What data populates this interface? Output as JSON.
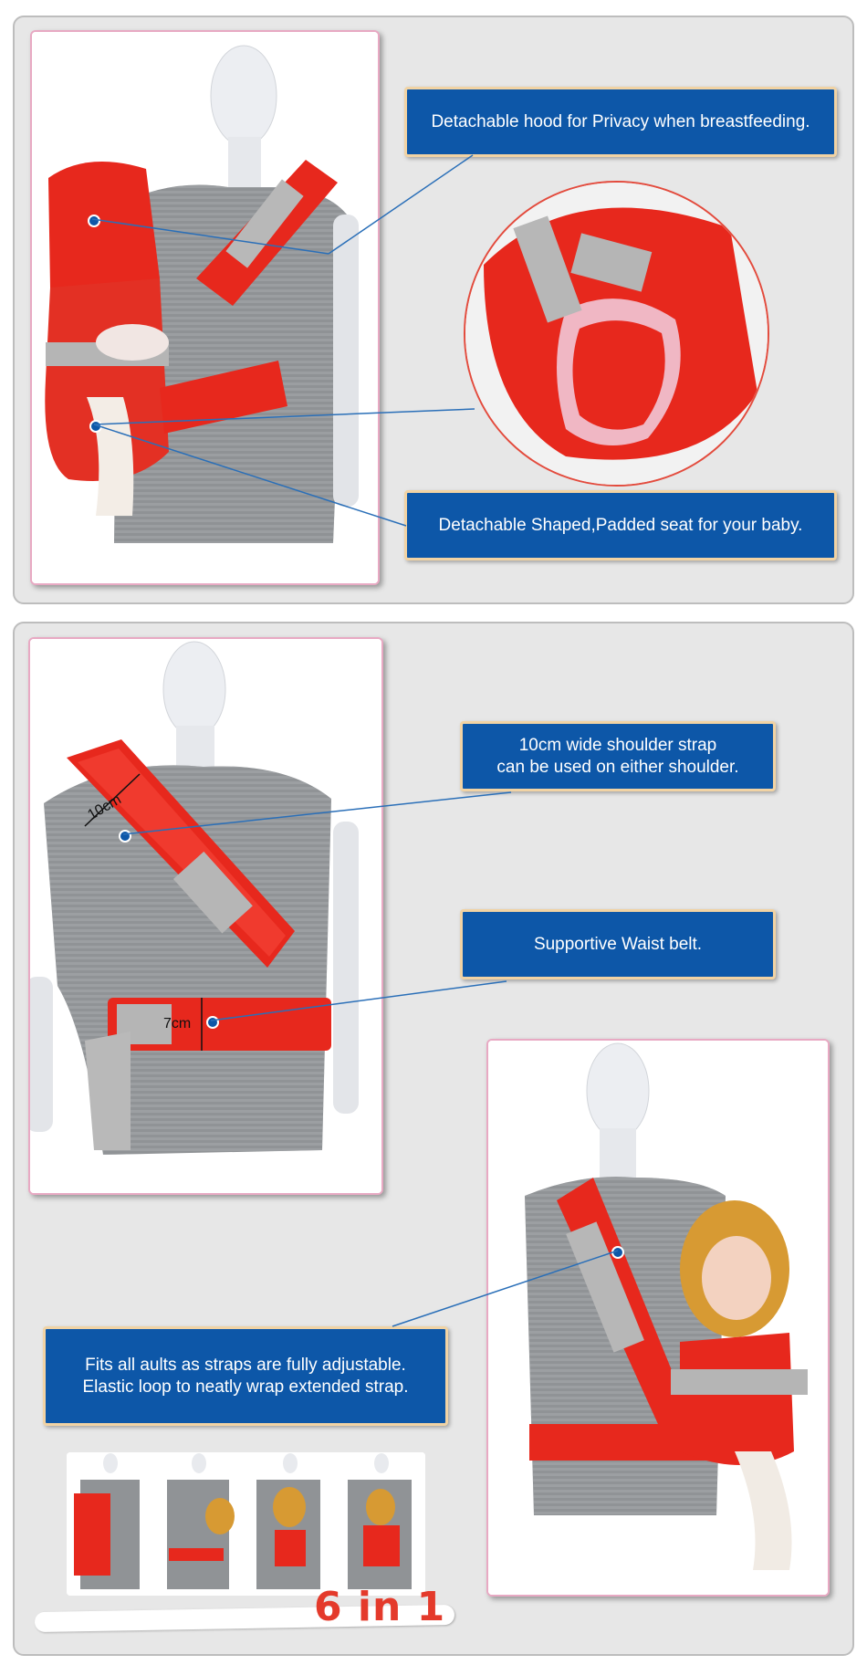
{
  "colors": {
    "panel": "#e7e7e7",
    "callout_bg": "#0d57a8",
    "callout_border": "#f1d3a4",
    "carrier_red": "#e7281d",
    "accent_red": "#e43a2b"
  },
  "section1": {
    "callout_hood": "Detachable hood for Privacy when breastfeeding.",
    "callout_seat": "Detachable Shaped,Padded seat for your baby."
  },
  "section2": {
    "callout_shoulder": "10cm wide shoulder strap\ncan be used on either shoulder.",
    "callout_waist": "Supportive Waist belt.",
    "callout_adjust": "Fits all aults as straps are fully adjustable.\nElastic loop to neatly wrap extended strap.",
    "measure_shoulder": "10cm",
    "measure_waist": "7cm",
    "badge": "6 in 1"
  },
  "icons": [
    "mannequin-photo",
    "baby-carrier-photo",
    "callout-dot-icon"
  ]
}
